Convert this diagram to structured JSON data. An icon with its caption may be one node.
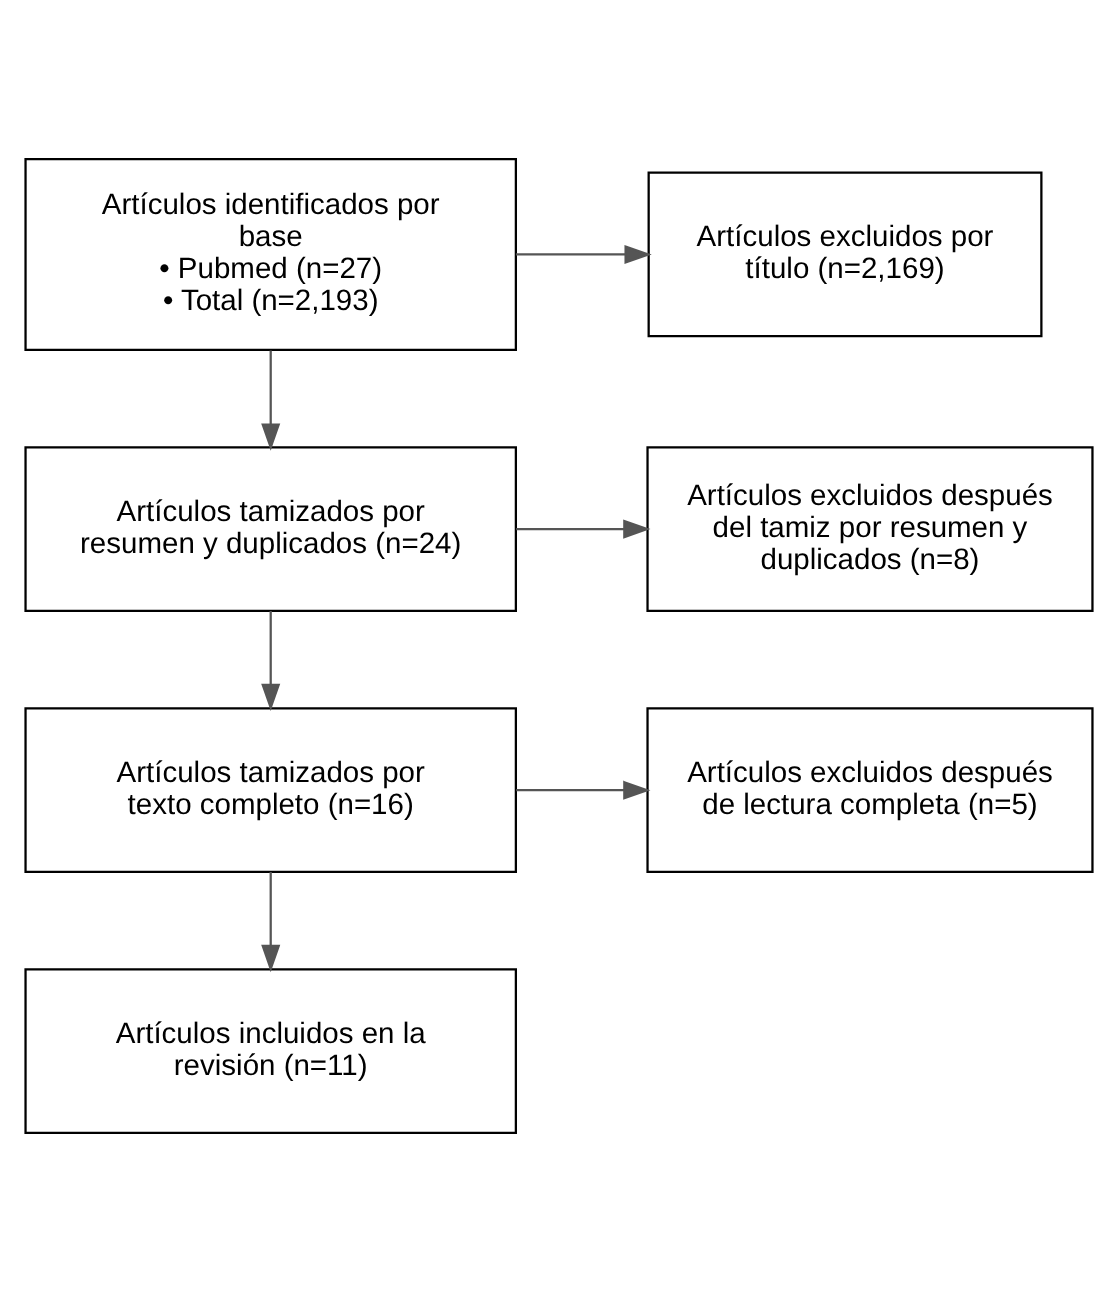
{
  "diagram": {
    "nodes": [
      {
        "text": [
          "Artículos identificados por base",
          "• Pubmed (n=27)",
          "• Total (n=2,193)"
        ]
      },
      {
        "text": [
          "Artículos excluidos por título (n=2,169)"
        ]
      },
      {
        "text": [
          "Artículos tamizados por resumen y duplicados (n=24)"
        ]
      },
      {
        "text": [
          "Artículos excluidos después del tamiz por resumen y duplicados (n=8)"
        ]
      },
      {
        "text": [
          "Artículos tamizados por texto completo (n=16)"
        ]
      },
      {
        "text": [
          "Artículos excluidos después de lectura completa (n=5)"
        ]
      },
      {
        "text": [
          "Artículos incluidos en la revisión (n=11)"
        ]
      }
    ],
    "edges": [
      {
        "from": 0,
        "to": 2,
        "arrow": "to"
      },
      {
        "from": 0,
        "to": 1,
        "arrow": "to"
      },
      {
        "from": 2,
        "to": 4,
        "arrow": "to"
      },
      {
        "from": 2,
        "to": 3,
        "arrow": "to"
      },
      {
        "from": 4,
        "to": 6,
        "arrow": "to"
      },
      {
        "from": 4,
        "to": 5,
        "arrow": "to"
      }
    ]
  }
}
